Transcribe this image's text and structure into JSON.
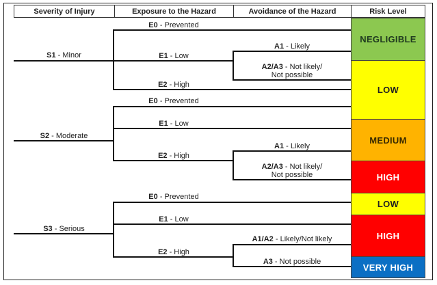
{
  "headers": {
    "severity": "Severity of Injury",
    "exposure": "Exposure to the Hazard",
    "avoidance": "Avoidance of the Hazard",
    "risk": "Risk Level"
  },
  "severity": [
    {
      "code": "S1",
      "label": " - Minor"
    },
    {
      "code": "S2",
      "label": " - Moderate"
    },
    {
      "code": "S3",
      "label": " - Serious"
    }
  ],
  "exposure": {
    "e0": {
      "code": "E0",
      "label": " - Prevented"
    },
    "e1": {
      "code": "E1",
      "label": " - Low"
    },
    "e2": {
      "code": "E2",
      "label": " - High"
    }
  },
  "avoidance": {
    "s1_a1": {
      "code": "A1",
      "label": " - Likely"
    },
    "s1_a23": {
      "code": "A2/A3",
      "label": " - Not likely/",
      "line2": "Not possible"
    },
    "s2_a1": {
      "code": "A1",
      "label": " - Likely"
    },
    "s2_a23": {
      "code": "A2/A3",
      "label": " - Not likely/",
      "line2": "Not possible"
    },
    "s3_a12": {
      "code": "A1/A2",
      "label": " - Likely/Not likely"
    },
    "s3_a3": {
      "code": "A3",
      "label": " - Not possible"
    }
  },
  "risk_levels": [
    {
      "label": "NEGLIGIBLE",
      "color": "#8cc850",
      "text_color": "#1f3a1f"
    },
    {
      "label": "LOW",
      "color": "#ffff00",
      "text_color": "#222222"
    },
    {
      "label": "MEDIUM",
      "color": "#ffb300",
      "text_color": "#3a2a00"
    },
    {
      "label": "HIGH",
      "color": "#ff0000",
      "text_color": "#ffffff"
    },
    {
      "label": "LOW",
      "color": "#ffff00",
      "text_color": "#222222"
    },
    {
      "label": "HIGH",
      "color": "#ff0000",
      "text_color": "#ffffff"
    },
    {
      "label": "VERY HIGH",
      "color": "#0b6fc4",
      "text_color": "#ffffff"
    }
  ]
}
